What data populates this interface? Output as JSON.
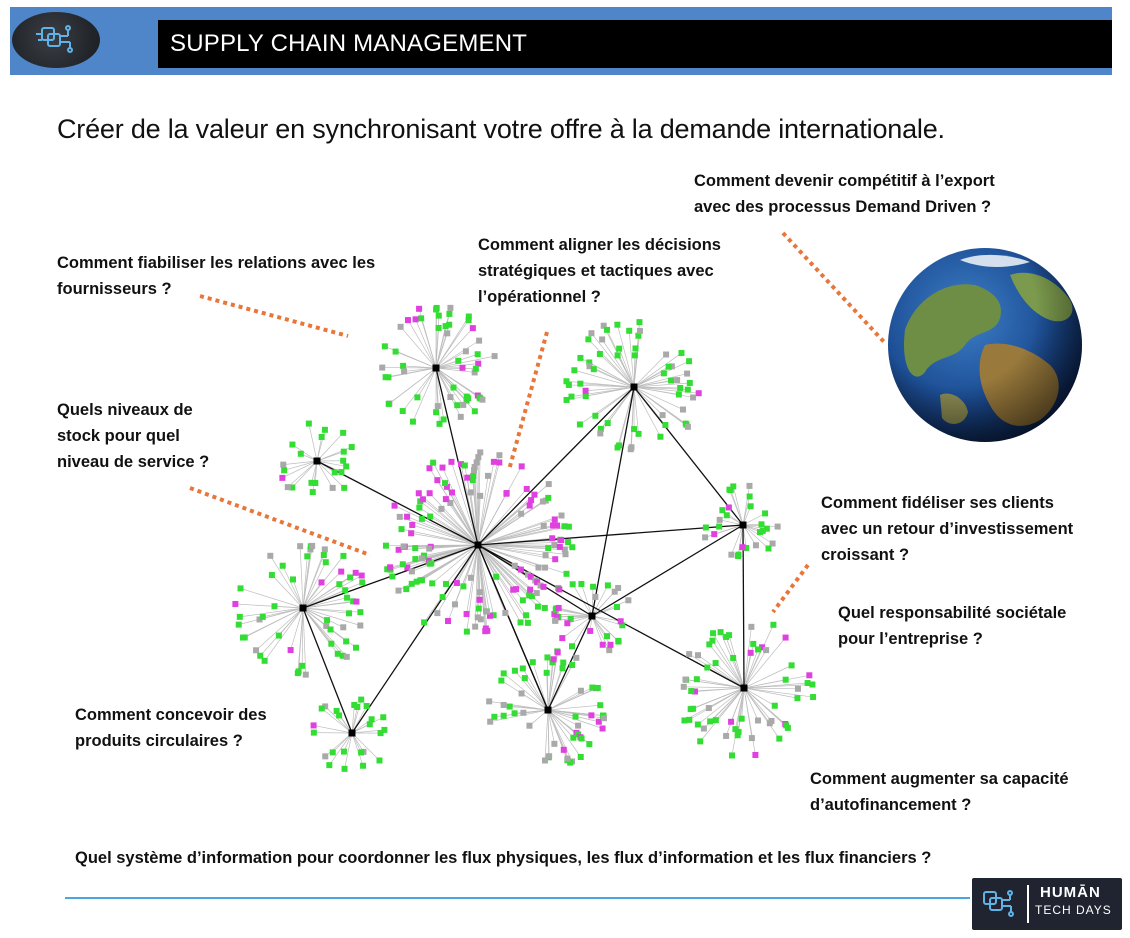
{
  "header": {
    "title": "SUPPLY CHAIN MANAGEMENT",
    "bar_color": "#4f86c9",
    "title_bg": "#000000"
  },
  "subtitle": "Créer de la valeur en synchronisant votre offre à la demande internationale.",
  "questions": {
    "export_1": "Comment devenir compétitif à l’export",
    "export_2": "avec des processus Demand Driven ?",
    "align_1": "Comment aligner les décisions",
    "align_2": "stratégiques et tactiques avec",
    "align_3": "l’opérationnel ?",
    "suppliers_1": "Comment fiabiliser les relations avec les",
    "suppliers_2": "fournisseurs ?",
    "stock_1": "Quels niveaux de",
    "stock_2": "stock pour quel",
    "stock_3": "niveau de service ?",
    "clients_1": "Comment fidéliser ses clients",
    "clients_2": "avec un retour d’investissement",
    "clients_3": "croissant ?",
    "csr_1": "Quel responsabilité sociétale",
    "csr_2": "pour l’entreprise ?",
    "circular_1": "Comment concevoir des",
    "circular_2": "produits circulaires ?",
    "selffin_1": "Comment augmenter sa capacité",
    "selffin_2": "d’autofinancement ?",
    "infosys": "Quel système d’information pour coordonner les flux physiques, les flux d’information et les flux financiers ?"
  },
  "footer": {
    "logo_word1": "HUMĀN",
    "logo_word2": "TECH DAYS"
  },
  "icons": {
    "header_logo": "circuit-logo-icon",
    "globe": "earth-globe-icon",
    "footer_logo": "human-tech-days-logo-icon"
  },
  "colors": {
    "dotted_line": "#e8763a",
    "node_green": "#33dd33",
    "node_magenta": "#e040e0",
    "node_grey": "#a9a9a9",
    "hub": "#000000"
  }
}
